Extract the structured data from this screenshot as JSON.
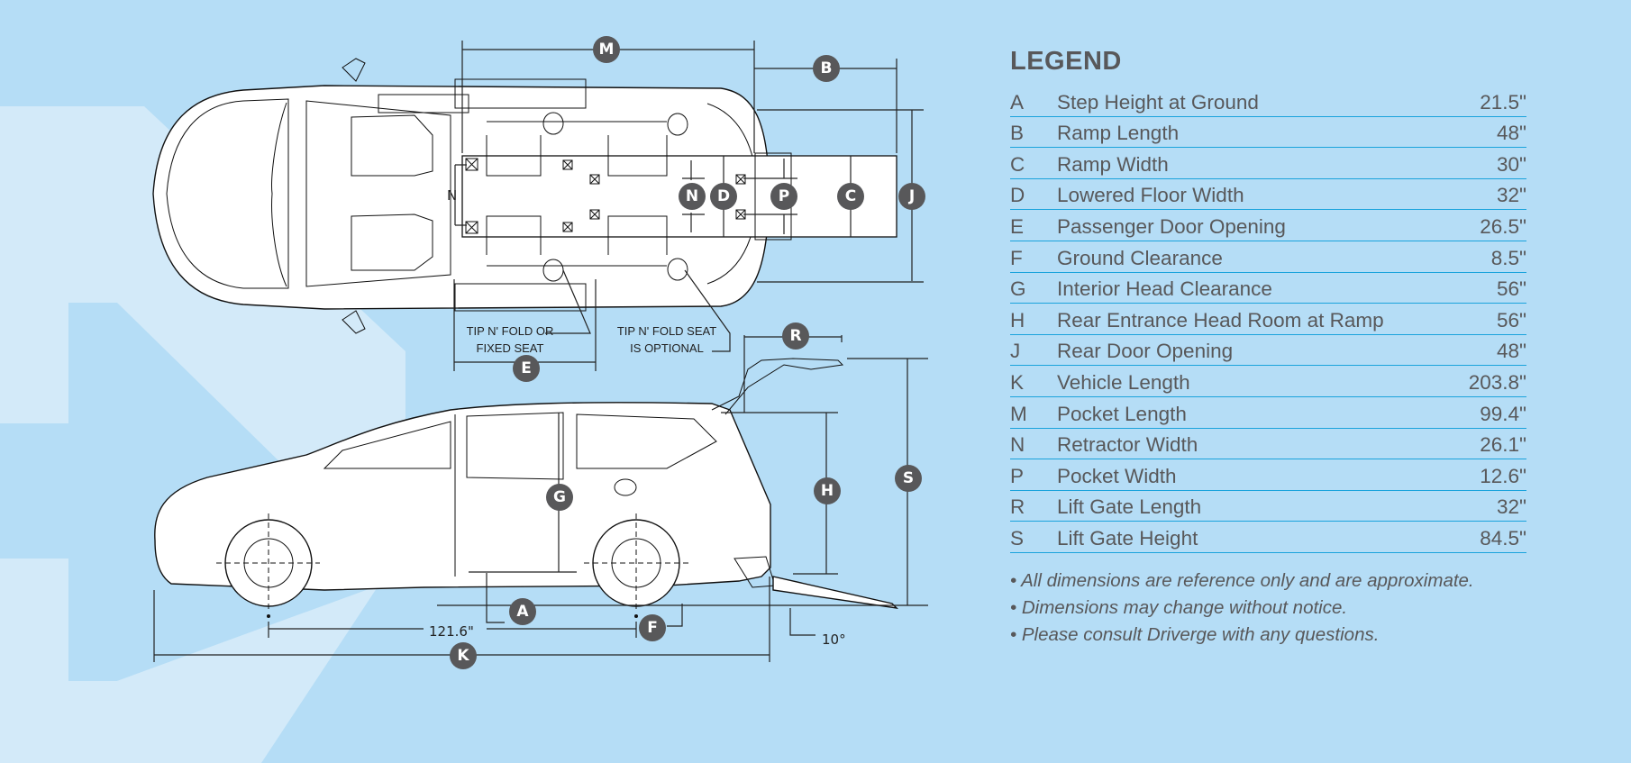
{
  "legend": {
    "title": "LEGEND",
    "rows": [
      {
        "key": "A",
        "label": "Step Height at Ground",
        "value": "21.5\""
      },
      {
        "key": "B",
        "label": "Ramp Length",
        "value": "48\""
      },
      {
        "key": "C",
        "label": "Ramp Width",
        "value": "30\""
      },
      {
        "key": "D",
        "label": "Lowered Floor Width",
        "value": "32\""
      },
      {
        "key": "E",
        "label": "Passenger Door Opening",
        "value": "26.5\""
      },
      {
        "key": "F",
        "label": "Ground Clearance",
        "value": "8.5\""
      },
      {
        "key": "G",
        "label": "Interior Head Clearance",
        "value": "56\""
      },
      {
        "key": "H",
        "label": "Rear Entrance Head Room at Ramp",
        "value": "56\""
      },
      {
        "key": "J",
        "label": "Rear Door Opening",
        "value": "48\""
      },
      {
        "key": "K",
        "label": "Vehicle Length",
        "value": "203.8\""
      },
      {
        "key": "M",
        "label": "Pocket Length",
        "value": "99.4\""
      },
      {
        "key": "N",
        "label": "Retractor Width",
        "value": "26.1\""
      },
      {
        "key": "P",
        "label": "Pocket Width",
        "value": "12.6\""
      },
      {
        "key": "R",
        "label": "Lift Gate Length",
        "value": "32\""
      },
      {
        "key": "S",
        "label": "Lift Gate Height",
        "value": "84.5\""
      }
    ],
    "notes": [
      "• All dimensions are reference only and are approximate.",
      "• Dimensions may change without notice.",
      "• Please consult Driverge with any questions."
    ]
  },
  "diagram": {
    "top_view": {
      "callouts": {
        "M": "M",
        "B": "B",
        "N": "N",
        "D": "D",
        "P": "P",
        "C": "C",
        "J": "J",
        "E": "E"
      },
      "inline_n_label": "N",
      "note_fixed_seat_line1": "TIP N' FOLD OR",
      "note_fixed_seat_line2": "FIXED SEAT",
      "note_optional_line1": "TIP N' FOLD SEAT",
      "note_optional_line2": "IS OPTIONAL"
    },
    "side_view": {
      "callouts": {
        "R": "R",
        "G": "G",
        "H": "H",
        "S": "S",
        "A": "A",
        "F": "F",
        "K": "K"
      },
      "wheelbase": "121.6\"",
      "ramp_angle": "10°"
    }
  },
  "colors": {
    "background": "#b5ddf6",
    "background_light": "#d3eaf9",
    "callout_fill": "#58585a",
    "legend_rule": "#1aa3dc",
    "legend_text": "#58585a"
  }
}
